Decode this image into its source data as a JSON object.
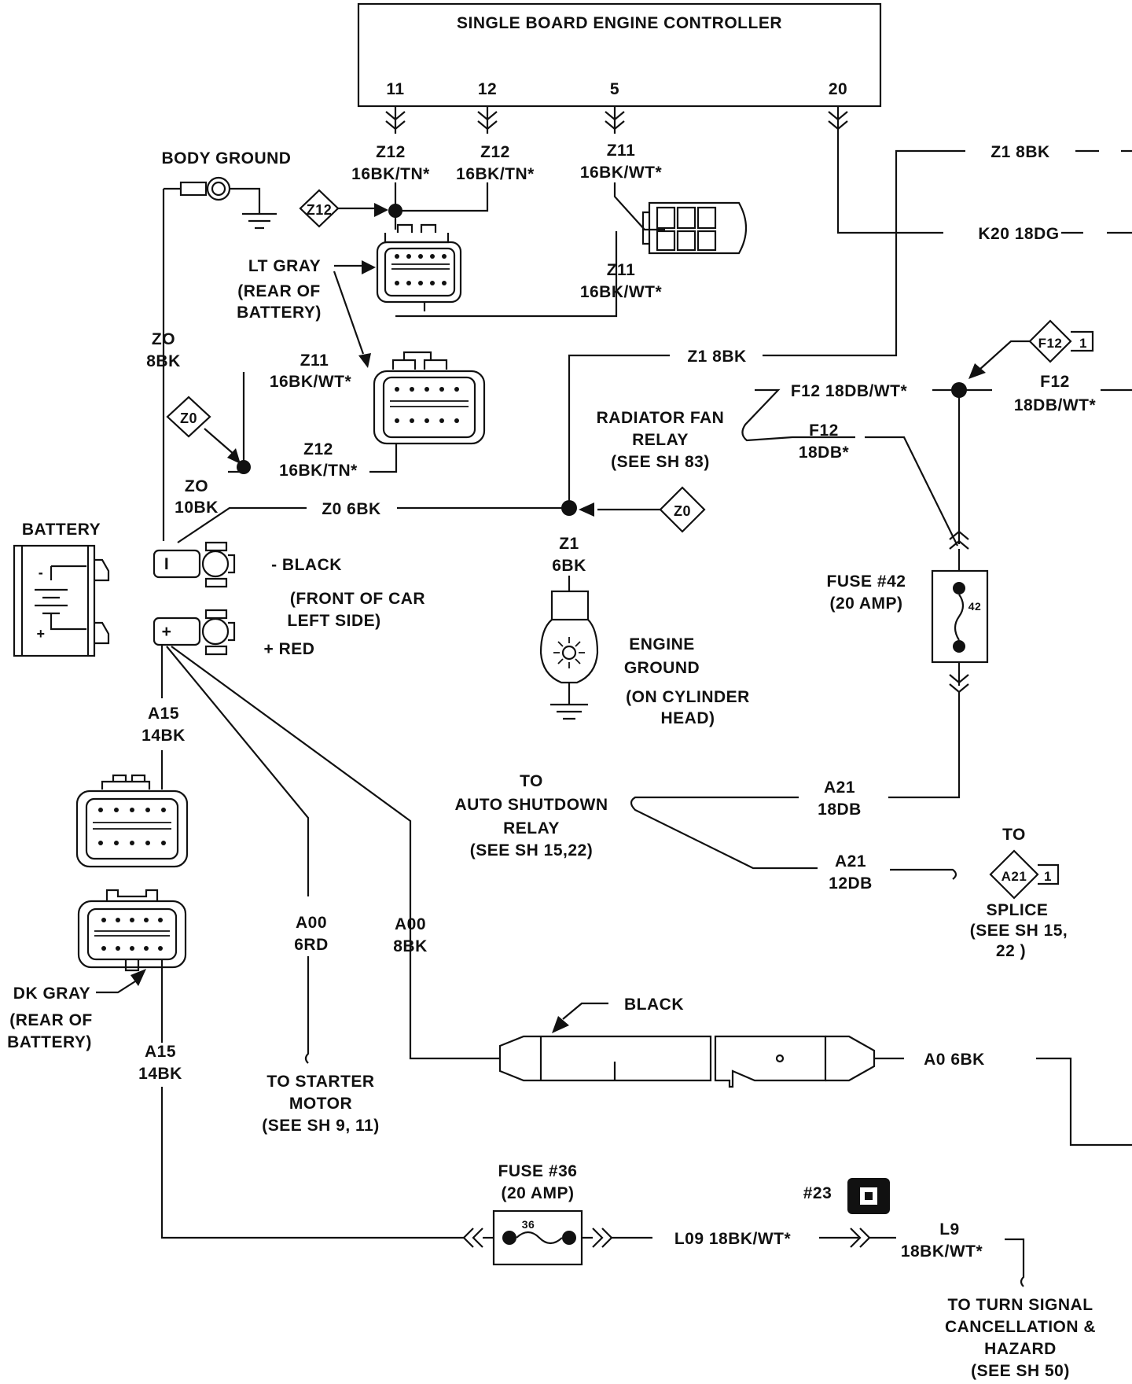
{
  "controller": {
    "title": "SINGLE BOARD ENGINE CONTROLLER",
    "pins": [
      "11",
      "12",
      "5",
      "20"
    ]
  },
  "body_ground": "BODY GROUND",
  "top_wires": {
    "z12_a": [
      "Z12",
      "16BK/TN*"
    ],
    "z12_b": [
      "Z12",
      "16BK/TN*"
    ],
    "z11_top": [
      "Z11",
      "16BK/WT*"
    ],
    "z11_low": [
      "Z11",
      "16BK/WT*"
    ],
    "z1_8bk_top": "Z1 8BK",
    "k20": "K20 18DG",
    "z1_8bk_mid": "Z1 8BK"
  },
  "splice_tags": {
    "z12": "Z12",
    "z0_left": "Z0",
    "z0_right": "Z0",
    "f12": "F12",
    "f12_num": "1",
    "a21": "A21",
    "a21_num": "1"
  },
  "lt_gray": [
    "LT GRAY",
    "(REAR OF",
    "BATTERY)"
  ],
  "left_wires": {
    "zo_8bk": [
      "ZO",
      "8BK"
    ],
    "z11_left": [
      "Z11",
      "16BK/WT*"
    ],
    "z12_left": [
      "Z12",
      "16BK/TN*"
    ],
    "zo_10bk": [
      "ZO",
      "10BK"
    ],
    "z0_6bk": "Z0 6BK",
    "a15_top": [
      "A15",
      "14BK"
    ],
    "a15_bot": [
      "A15",
      "14BK"
    ],
    "a00_6rd": [
      "A00",
      "6RD"
    ],
    "a00_8bk": [
      "A00",
      "8BK"
    ]
  },
  "battery": {
    "label": "BATTERY",
    "neg_sym": "-",
    "pos_sym": "+",
    "term_neg": "I",
    "term_pos": "+",
    "black": "- BLACK",
    "location": [
      "(FRONT OF CAR",
      "LEFT SIDE)"
    ],
    "red": "+ RED"
  },
  "engine_ground": {
    "wire": [
      "Z1",
      "6BK"
    ],
    "label": [
      "ENGINE",
      "GROUND",
      "(ON CYLINDER",
      "HEAD)"
    ]
  },
  "radiator": [
    "RADIATOR FAN",
    "RELAY",
    "(SEE SH 83)"
  ],
  "f12": {
    "left": "F12 18DB/WT*",
    "right": [
      "F12",
      "18DB/WT*"
    ],
    "mid": [
      "F12",
      "18DB*"
    ]
  },
  "fuse42": {
    "label": [
      "FUSE #42",
      "(20 AMP)"
    ],
    "num": "42"
  },
  "auto_shutdown": [
    "TO",
    "AUTO SHUTDOWN",
    "RELAY",
    "(SEE SH 15,22)"
  ],
  "a21": {
    "top": [
      "A21",
      "18DB"
    ],
    "bot": [
      "A21",
      "12DB"
    ]
  },
  "splice_to": [
    "TO",
    "SPLICE",
    "(SEE SH 15,",
    "22 )"
  ],
  "dk_gray": [
    "DK GRAY",
    "(REAR OF",
    "BATTERY)"
  ],
  "starter": [
    "TO STARTER",
    "MOTOR",
    "(SEE SH 9, 11)"
  ],
  "black_conn": "BLACK",
  "a0_6bk": "A0 6BK",
  "fuse36": {
    "label": [
      "FUSE #36",
      "(20 AMP)"
    ],
    "num": "36"
  },
  "l09": "L09 18BK/WT*",
  "conn23": "#23",
  "l9": [
    "L9",
    "18BK/WT*"
  ],
  "turn_signal": [
    "TO TURN SIGNAL",
    "CANCELLATION &",
    "HAZARD",
    "(SEE SH 50)"
  ]
}
